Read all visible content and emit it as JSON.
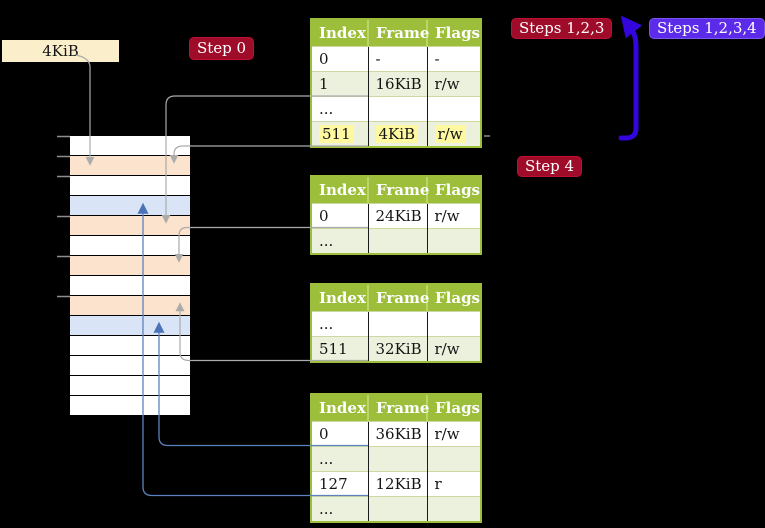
{
  "labels": {
    "page_size": "4KiB",
    "step0": "Step 0",
    "steps123": "Steps 1,2,3",
    "steps1234": "Steps 1,2,3,4",
    "step4": "Step 4"
  },
  "memory_stack": {
    "rows": [
      "free",
      "page-table",
      "free",
      "mapped-page",
      "page-table",
      "free",
      "page-table",
      "free",
      "page-table",
      "mapped-page",
      "free",
      "free",
      "free",
      "free"
    ]
  },
  "tables": [
    {
      "name": "page-table-level-1",
      "headers": [
        "Index",
        "Frame",
        "Flags"
      ],
      "rows": [
        {
          "cells": [
            "0",
            "-",
            "-"
          ],
          "shaded": false,
          "highlighted": false
        },
        {
          "cells": [
            "1",
            "16KiB",
            "r/w"
          ],
          "shaded": true,
          "highlighted": false
        },
        {
          "cells": [
            "...",
            "",
            ""
          ],
          "shaded": false,
          "highlighted": false
        },
        {
          "cells": [
            "511",
            "4KiB",
            "r/w"
          ],
          "shaded": true,
          "highlighted": true
        }
      ]
    },
    {
      "name": "page-table-level-2",
      "headers": [
        "Index",
        "Frame",
        "Flags"
      ],
      "rows": [
        {
          "cells": [
            "0",
            "24KiB",
            "r/w"
          ],
          "shaded": false,
          "highlighted": false
        },
        {
          "cells": [
            "...",
            "",
            ""
          ],
          "shaded": true,
          "highlighted": false
        }
      ]
    },
    {
      "name": "page-table-level-3",
      "headers": [
        "Index",
        "Frame",
        "Flags"
      ],
      "rows": [
        {
          "cells": [
            "...",
            "",
            ""
          ],
          "shaded": false,
          "highlighted": false
        },
        {
          "cells": [
            "511",
            "32KiB",
            "r/w"
          ],
          "shaded": true,
          "highlighted": false
        }
      ]
    },
    {
      "name": "page-table-level-4",
      "headers": [
        "Index",
        "Frame",
        "Flags"
      ],
      "rows": [
        {
          "cells": [
            "0",
            "36KiB",
            "r/w"
          ],
          "shaded": false,
          "highlighted": false
        },
        {
          "cells": [
            "...",
            "",
            ""
          ],
          "shaded": true,
          "highlighted": false
        },
        {
          "cells": [
            "127",
            "12KiB",
            "r"
          ],
          "shaded": false,
          "highlighted": false
        },
        {
          "cells": [
            "...",
            "",
            ""
          ],
          "shaded": true,
          "highlighted": false
        }
      ]
    }
  ],
  "colors": {
    "background": "#000000",
    "table_header_green": "#9dbe3a",
    "table_row_shaded": "#ebf1dd",
    "highlight_yellow": "#fef9a0",
    "stack_page_table_orange": "#fbe3cd",
    "stack_mapped_page_blue": "#d9e5f6",
    "badge_red": "#9e0c29",
    "badge_blue": "#5b2be9",
    "arrow_gray": "#ababab",
    "arrow_blue": "#4c72b8",
    "big_arrow_blue": "#3206dc",
    "label_cream": "#fbeecb"
  }
}
